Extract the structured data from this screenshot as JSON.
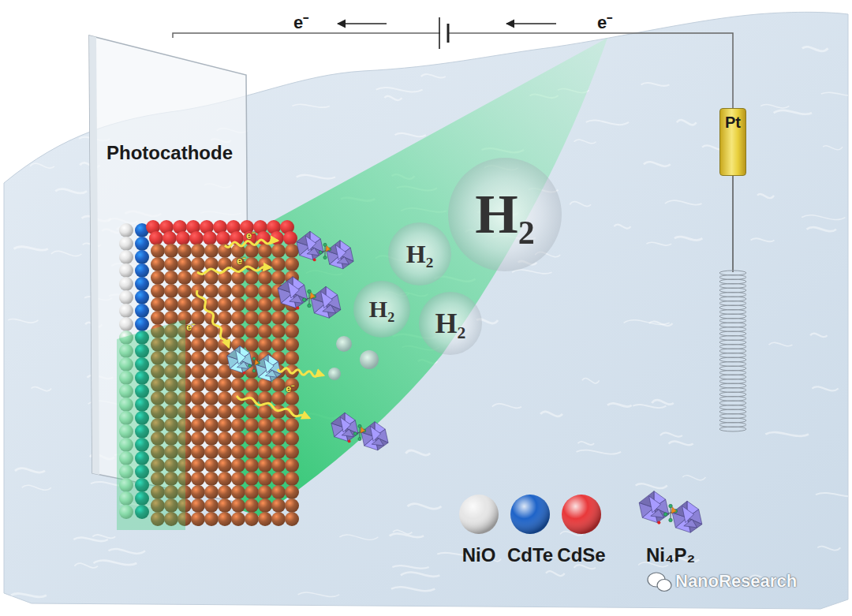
{
  "diagram": {
    "nodes": [
      {
        "text": [
          "Photocathode"
        ]
      },
      {
        "text": [
          "Pt"
        ]
      },
      {
        "text": [
          "H₂"
        ]
      },
      {
        "text": [
          "H₂"
        ]
      },
      {
        "text": [
          "H₂"
        ]
      },
      {
        "text": [
          "H₂"
        ]
      }
    ],
    "edges": [
      {
        "from": 0,
        "to": 1,
        "arrow": "none"
      }
    ],
    "labels": [
      "e⁻",
      "e⁻",
      "e⁻",
      "e⁻",
      "e⁻",
      "e⁻",
      "NanoResearch"
    ],
    "legend": [
      {
        "text": "NiO",
        "color": "#e6e6e6"
      },
      {
        "text": "CdTe",
        "color": "#1e63c8"
      },
      {
        "text": "CdSe",
        "color": "#e8383a"
      },
      {
        "text": "Ni₄P₂"
      }
    ]
  }
}
